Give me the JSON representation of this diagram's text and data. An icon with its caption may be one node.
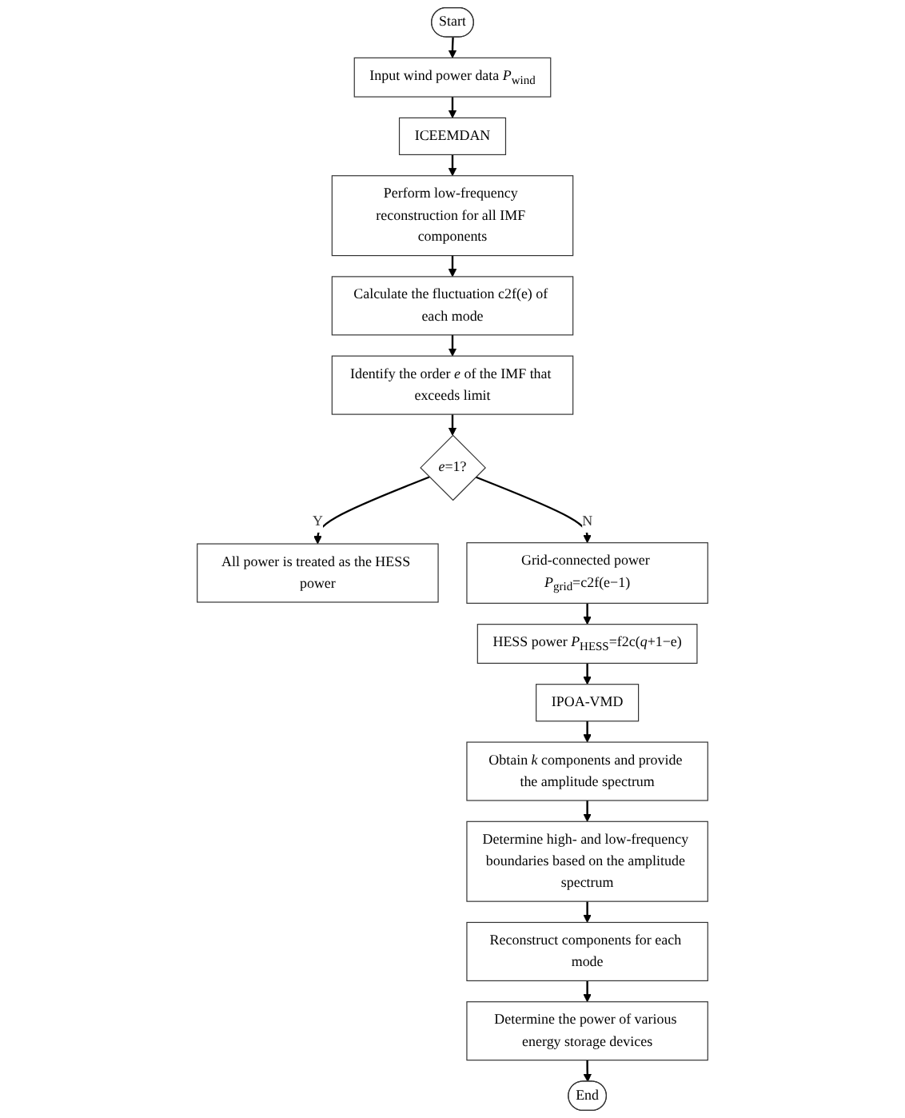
{
  "diagram": {
    "nodes": [
      {
        "text": [
          "Start"
        ]
      },
      {
        "text": [
          "Input wind power data *P*$_{wind}$"
        ]
      },
      {
        "text": [
          "ICEEMDAN"
        ]
      },
      {
        "text": [
          "Perform low-frequency reconstruction for all IMF components"
        ]
      },
      {
        "text": [
          "Calculate the fluctuation c2f(e) of each mode"
        ]
      },
      {
        "text": [
          "Identify the order *e* of the IMF that exceeds limit"
        ]
      },
      {
        "text": [
          "*e*=1?"
        ]
      },
      {
        "text": [
          "All power is treated as the HESS power"
        ]
      },
      {
        "text": [
          "Grid-connected power *P*$_{grid}$=c2f(e−1)"
        ]
      },
      {
        "text": [
          "HESS power *P*$_{HESS}$=f2c(*q*+1−e)"
        ]
      },
      {
        "text": [
          "IPOA-VMD"
        ]
      },
      {
        "text": [
          "Obtain *k* components and provide the amplitude spectrum"
        ]
      },
      {
        "text": [
          "Determine high- and low-frequency boundaries based on the amplitude spectrum"
        ]
      },
      {
        "text": [
          "Reconstruct components for each mode"
        ]
      },
      {
        "text": [
          "Determine the power of various energy storage devices"
        ]
      },
      {
        "text": [
          "End"
        ]
      }
    ],
    "edges": [
      {
        "from": 0,
        "to": 1,
        "arrow": "to"
      },
      {
        "from": 1,
        "to": 2,
        "arrow": "to"
      },
      {
        "from": 2,
        "to": 3,
        "arrow": "to"
      },
      {
        "from": 3,
        "to": 4,
        "arrow": "to"
      },
      {
        "from": 4,
        "to": 5,
        "arrow": "to"
      },
      {
        "from": 5,
        "to": 6,
        "arrow": "to"
      },
      {
        "from": 6,
        "to": 7,
        "label": "Y",
        "arrow": "to"
      },
      {
        "from": 6,
        "to": 8,
        "label": "N",
        "arrow": "to"
      },
      {
        "from": 8,
        "to": 9,
        "arrow": "to"
      },
      {
        "from": 9,
        "to": 10,
        "arrow": "to"
      },
      {
        "from": 10,
        "to": 11,
        "arrow": "to"
      },
      {
        "from": 11,
        "to": 12,
        "arrow": "to"
      },
      {
        "from": 12,
        "to": 13,
        "arrow": "to"
      },
      {
        "from": 13,
        "to": 14,
        "arrow": "to"
      },
      {
        "from": 14,
        "to": 15,
        "arrow": "to"
      }
    ]
  }
}
